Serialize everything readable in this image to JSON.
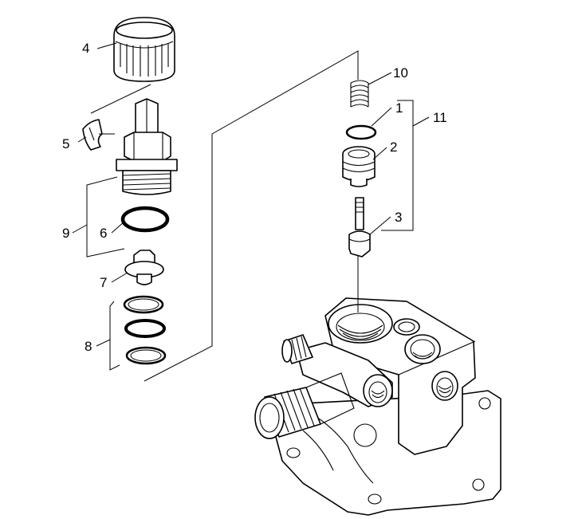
{
  "callouts": [
    {
      "id": "4",
      "part": "cap"
    },
    {
      "id": "5",
      "part": "seal-tape"
    },
    {
      "id": "9",
      "part": "valve-assembly-group"
    },
    {
      "id": "6",
      "part": "o-ring"
    },
    {
      "id": "7",
      "part": "plug"
    },
    {
      "id": "8",
      "part": "ring-set-group"
    },
    {
      "id": "10",
      "part": "spring"
    },
    {
      "id": "1",
      "part": "o-ring-small"
    },
    {
      "id": "2",
      "part": "valve-seat"
    },
    {
      "id": "11",
      "part": "valve-kit-group"
    },
    {
      "id": "3",
      "part": "valve-piston"
    }
  ],
  "colors": {
    "line": "#000000",
    "background": "#ffffff"
  }
}
